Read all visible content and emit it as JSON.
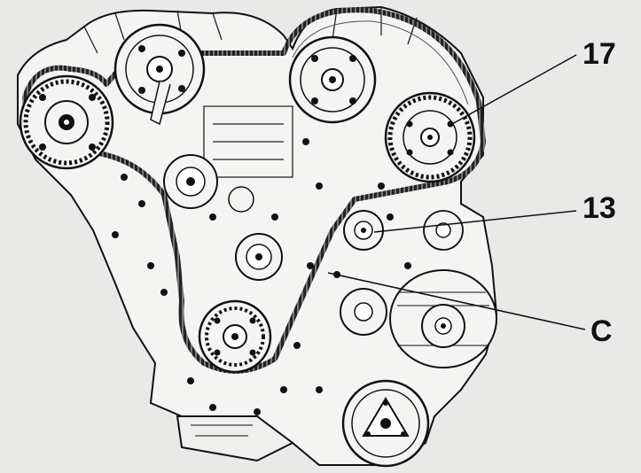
{
  "labels": {
    "part_17": "17",
    "part_13": "13",
    "part_c": "C"
  },
  "colors": {
    "paper": "#e9e9e7",
    "ink": "#111111",
    "metal": "#f4f4f2",
    "shade": "#bdbdbb"
  }
}
